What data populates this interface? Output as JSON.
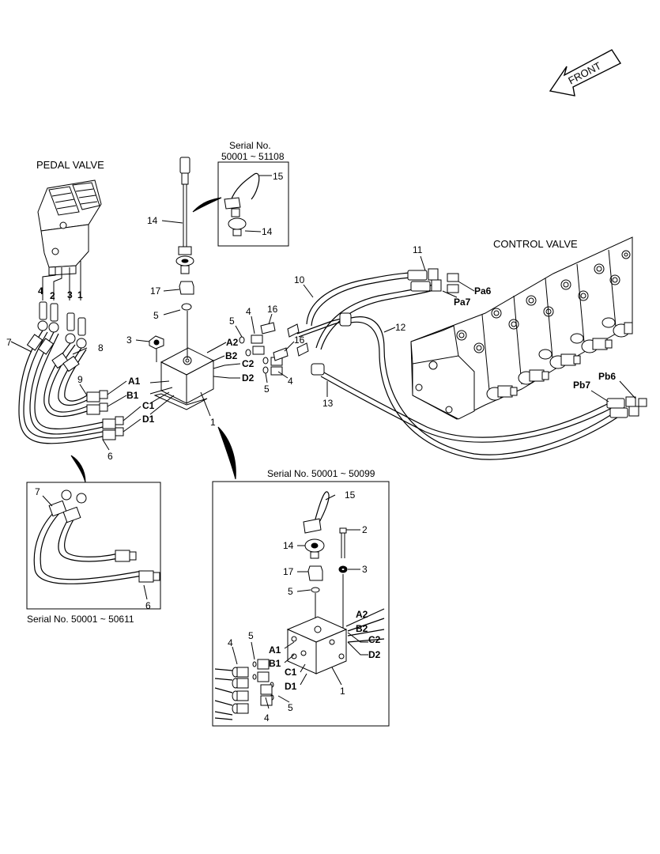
{
  "direction": {
    "text": "FRONT"
  },
  "titles": {
    "pedal_valve": "PEDAL VALVE",
    "control_valve": "CONTROL VALVE"
  },
  "insets": {
    "top": {
      "serial_line1": "Serial No.",
      "serial_line2": "50001 ~ 51108",
      "labels": [
        "15",
        "14"
      ]
    },
    "bottom_left": {
      "serial": "Serial No.  50001 ~ 50611",
      "labels": [
        "7",
        "6"
      ]
    },
    "bottom_right": {
      "serial": "Serial No.  50001 ~ 50099",
      "labels": [
        "15",
        "2",
        "14",
        "3",
        "17",
        "5",
        "4",
        "5",
        "4",
        "5",
        "1"
      ],
      "ports": [
        "A2",
        "B2",
        "C2",
        "D2",
        "A1",
        "B1",
        "C1",
        "D1"
      ]
    }
  },
  "main": {
    "part_labels": [
      "14",
      "17",
      "5",
      "3",
      "4",
      "16",
      "5",
      "16",
      "4",
      "5",
      "1",
      "10",
      "11",
      "12",
      "13",
      "7",
      "8",
      "9",
      "6",
      "4",
      "2",
      "3",
      "1"
    ],
    "ports": [
      "A2",
      "B2",
      "C2",
      "D2",
      "A1",
      "B1",
      "C1",
      "D1"
    ],
    "control_ports": [
      "Pa6",
      "Pa7",
      "Pb6",
      "Pb7"
    ]
  },
  "colors": {
    "ink": "#000000",
    "paper": "#ffffff"
  }
}
